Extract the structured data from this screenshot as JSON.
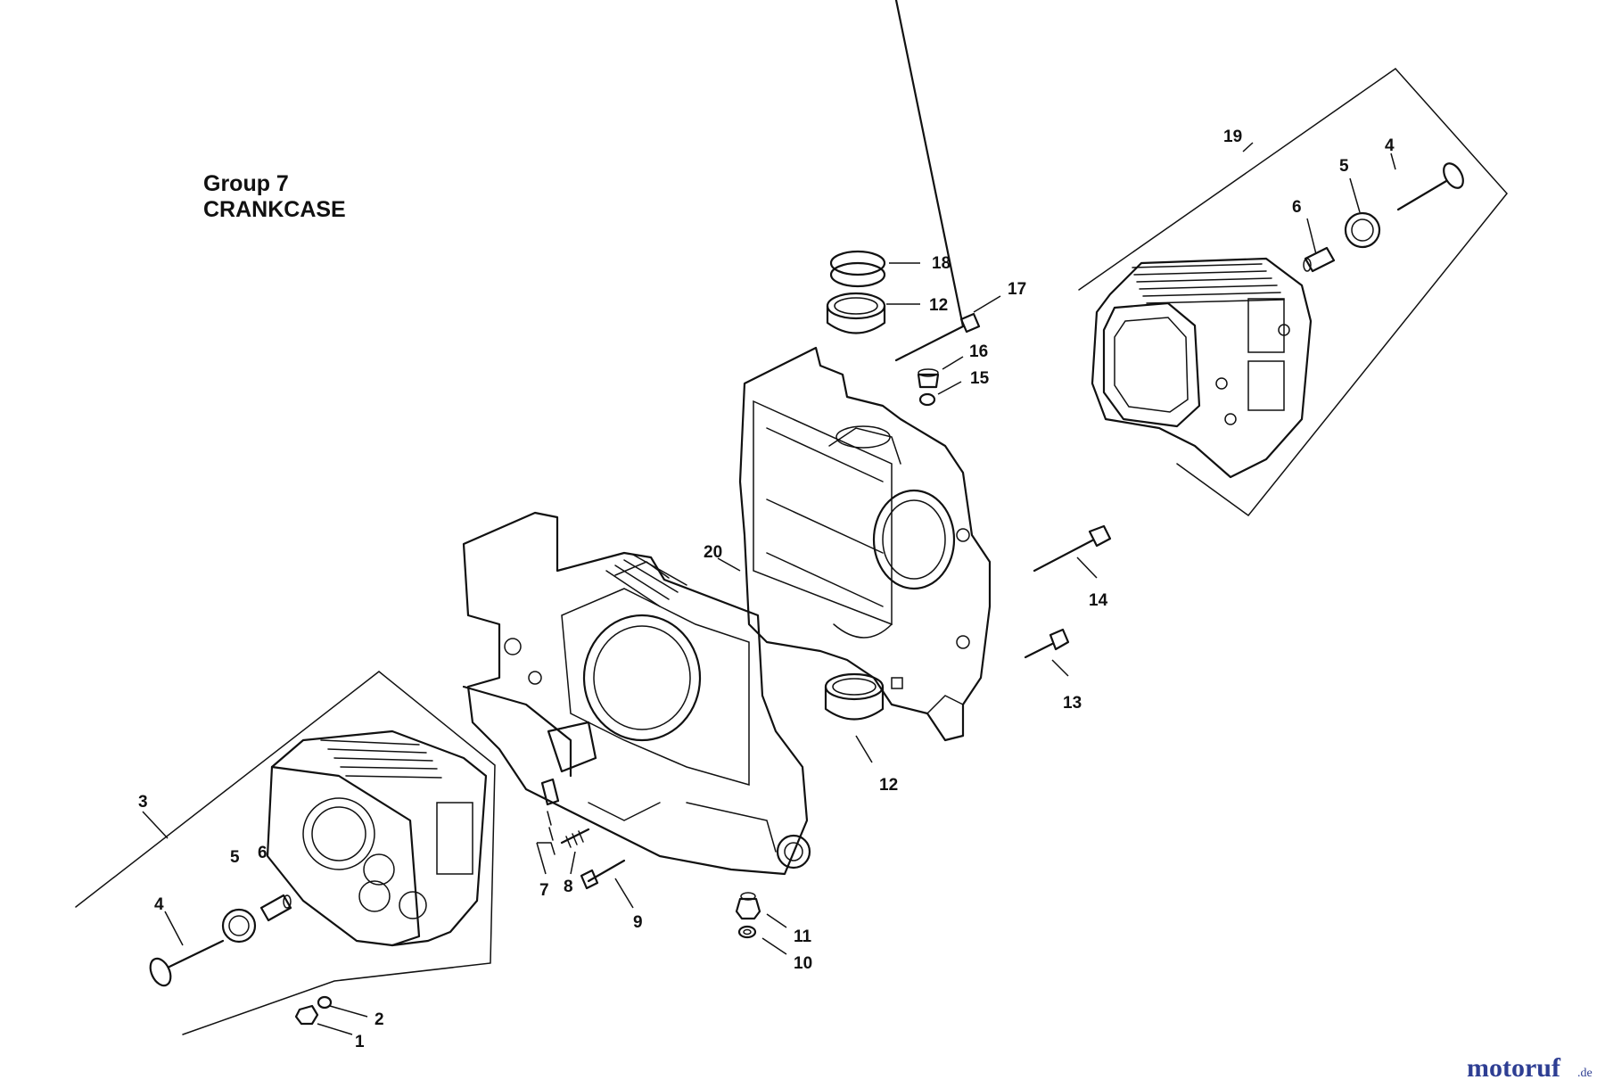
{
  "heading": {
    "group": "Group 7",
    "section": "CRANKCASE"
  },
  "callouts": {
    "c1": "1",
    "c2": "2",
    "c3": "3",
    "c4a": "4",
    "c4b": "4",
    "c5a": "5",
    "c5b": "5",
    "c6a": "6",
    "c6b": "6",
    "c7": "7",
    "c8": "8",
    "c9": "9",
    "c10": "10",
    "c11": "11",
    "c12a": "12",
    "c12b": "12",
    "c13": "13",
    "c14": "14",
    "c15": "15",
    "c16": "16",
    "c17": "17",
    "c18": "18",
    "c19": "19",
    "c20": "20"
  },
  "watermark": {
    "name": "motoruf",
    "tld": ".de",
    "color": "#2e3e93"
  }
}
